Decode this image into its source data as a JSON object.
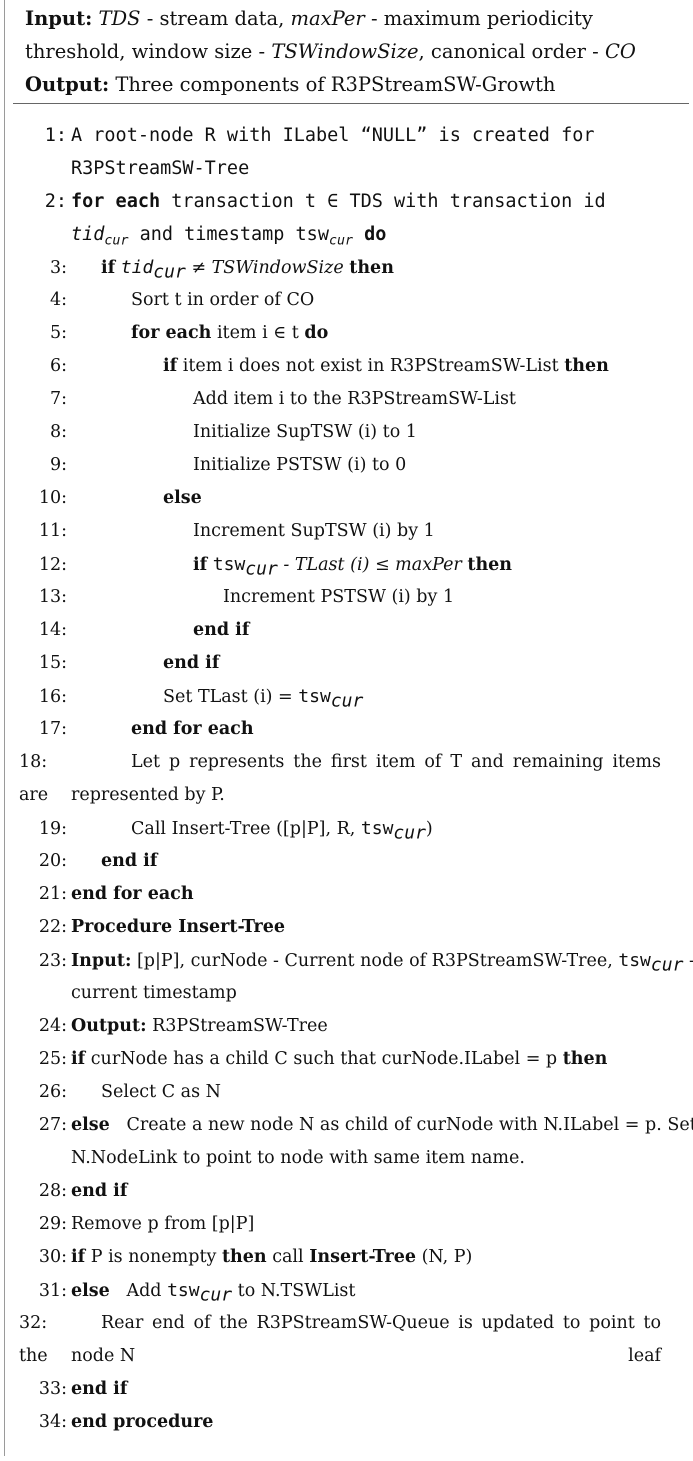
{
  "header": {
    "input_label": "Input:",
    "input_text": " TDS - stream data, maxPer - maximum periodicity threshold, window size - TSWindowSize, canonical order - CO",
    "output_label": "Output:",
    "output_text": " Three components of R3PStreamSW-Growth"
  },
  "steps": [
    {
      "n": "1:",
      "a": "A root-node R with ILabel “NULL” is created for",
      "b": "R3PStreamSW-Tree"
    },
    {
      "n": "2:",
      "a": "for each",
      "b": " transaction t ∈ TDS with transaction id",
      "c": "tid",
      "d": " and timestamp tsw",
      "e": " do",
      "sub": "cur"
    },
    {
      "n": "3:",
      "a": "if",
      "b": "tid",
      "c": " ≠ TSWindowSize ",
      "d": "then"
    },
    {
      "n": "4:",
      "a": "Sort t in order of CO"
    },
    {
      "n": "5:",
      "a": "for each",
      "b": " item i ∈ t ",
      "c": "do"
    },
    {
      "n": "6:",
      "a": "if",
      "b": " item i does not exist in R3PStreamSW-List ",
      "c": "then"
    },
    {
      "n": "7:",
      "a": "Add item i to the R3PStreamSW-List"
    },
    {
      "n": "8:",
      "a": "Initialize SupTSW (i) to 1"
    },
    {
      "n": "9:",
      "a": "Initialize PSTSW (i) to 0"
    },
    {
      "n": "10:",
      "a": "else"
    },
    {
      "n": "11:",
      "a": "Increment SupTSW (i) by 1"
    },
    {
      "n": "12:",
      "a": "if",
      "b": "tsw",
      "c": " - TLast (i) ≤ maxPer ",
      "d": "then"
    },
    {
      "n": "13:",
      "a": "Increment PSTSW (i) by 1"
    },
    {
      "n": "14:",
      "a": "end if"
    },
    {
      "n": "15:",
      "a": "end if"
    },
    {
      "n": "16:",
      "a": "Set TLast (i) = ",
      "b": "tsw"
    },
    {
      "n": "17:",
      "a": "end for each"
    },
    {
      "n": "18:",
      "a": "Let p represents the first item of T and remaining items are",
      "b": "represented by P."
    },
    {
      "n": "19:",
      "a": "Call Insert-Tree ([p|P], R, ",
      "b": "tsw",
      "c": ")"
    },
    {
      "n": "20:",
      "a": "end if"
    },
    {
      "n": "21:",
      "a": "end for each"
    },
    {
      "n": "22:",
      "a": "Procedure Insert-Tree"
    },
    {
      "n": "23:",
      "a": "Input:",
      "b": " [p|P], curNode - Current node of R3PStreamSW-Tree, ",
      "c": "tsw",
      "d": " -",
      "e": "current timestamp"
    },
    {
      "n": "24:",
      "a": "Output:",
      "b": " R3PStreamSW-Tree"
    },
    {
      "n": "25:",
      "a": "if",
      "b": " curNode has a child C such that curNode.ILabel = p ",
      "c": "then"
    },
    {
      "n": "26:",
      "a": "Select C as N"
    },
    {
      "n": "27:",
      "a": "else",
      "b": "   Create a new node N as child of curNode with N.ILabel = p. Set",
      "c": "N.NodeLink to point to node with same item name."
    },
    {
      "n": "28:",
      "a": "end if"
    },
    {
      "n": "29:",
      "a": "Remove p from [p|P]"
    },
    {
      "n": "30:",
      "a": "if",
      "b": " P is nonempty ",
      "c": "then",
      "d": " call ",
      "e": "Insert-Tree",
      "f": " (N, P)"
    },
    {
      "n": "31:",
      "a": "else",
      "b": "   Add ",
      "c": "tsw",
      "d": " to N.TSWList"
    },
    {
      "n": "32:",
      "a": "Rear end of the R3PStreamSW-Queue is updated to point to the leaf",
      "b": "node N"
    },
    {
      "n": "33:",
      "a": "end if"
    },
    {
      "n": "34:",
      "a": "end procedure"
    }
  ]
}
